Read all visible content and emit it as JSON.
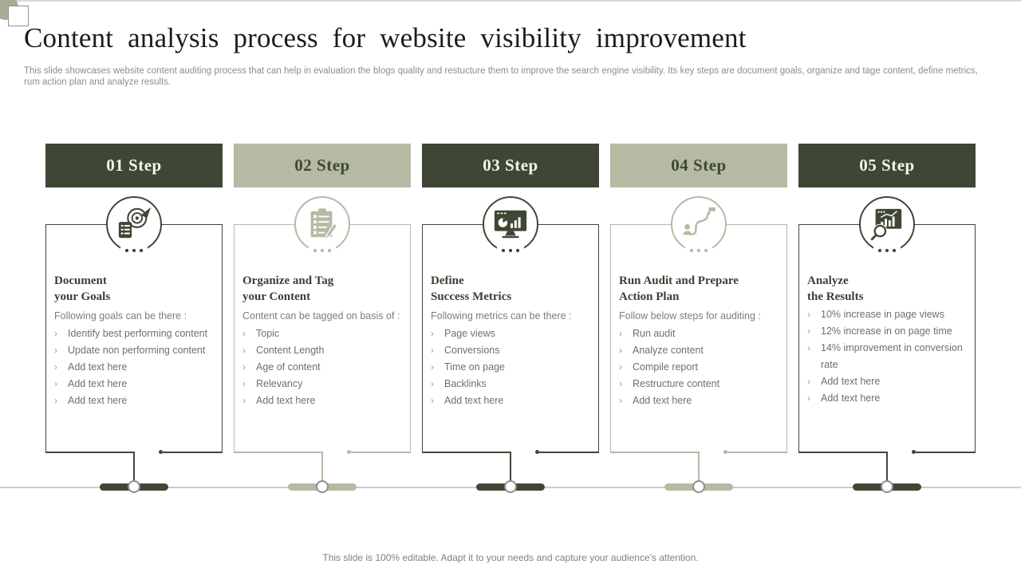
{
  "slide": {
    "title": "Content analysis process for website visibility improvement",
    "subtitle": "This slide showcases website content auditing process that can help in evaluation the blogs quality and restucture them to improve the search engine visibility. Its key steps are document goals, organize and tage content, define metrics, rum action plan and analyze results.",
    "footer": "This slide is 100% editable. Adapt it to your needs and capture your audience's attention."
  },
  "ui": {
    "marker": "›"
  },
  "colors": {
    "dark_olive": "#3f4734",
    "sage": "#b5baa3",
    "timeline_gray": "#cbcbcb",
    "body_text_gray": "#6f6f6f"
  },
  "steps": [
    {
      "header": "01 Step",
      "theme": "dark",
      "icon": "target-arrow-icon",
      "title_line1": "Document",
      "title_line2": "your Goals",
      "intro": "Following goals can be there :",
      "bullets": [
        "Identify best performing content",
        "Update non performing content",
        "Add text here",
        "Add text here",
        "Add text here"
      ]
    },
    {
      "header": "02 Step",
      "theme": "light",
      "icon": "checklist-pencil-icon",
      "title_line1": "Organize and Tag",
      "title_line2": "your Content",
      "intro": "Content can be tagged on basis of :",
      "bullets": [
        "Topic",
        "Content Length",
        "Age of content",
        "Relevancy",
        "Add text here"
      ]
    },
    {
      "header": "03 Step",
      "theme": "dark",
      "icon": "monitor-chart-icon",
      "title_line1": "Define",
      "title_line2": "Success Metrics",
      "intro": "Following metrics can be there :",
      "bullets": [
        "Page views",
        "Conversions",
        "Time on page",
        "Backlinks",
        "Add text here"
      ]
    },
    {
      "header": "04 Step",
      "theme": "light",
      "icon": "route-flag-icon",
      "title_line1": "Run Audit and Prepare",
      "title_line2": "Action Plan",
      "intro": "Follow below steps for auditing :",
      "bullets": [
        "Run audit",
        "Analyze content",
        "Compile report",
        "Restructure content",
        "Add text here"
      ]
    },
    {
      "header": "05 Step",
      "theme": "dark",
      "icon": "analyze-results-icon",
      "title_line1": "Analyze",
      "title_line2": "the Results",
      "intro": "",
      "bullets": [
        "10% increase in page views",
        "12% increase in on page time",
        "14% improvement  in conversion  rate",
        "Add text here",
        "Add text here"
      ]
    }
  ]
}
